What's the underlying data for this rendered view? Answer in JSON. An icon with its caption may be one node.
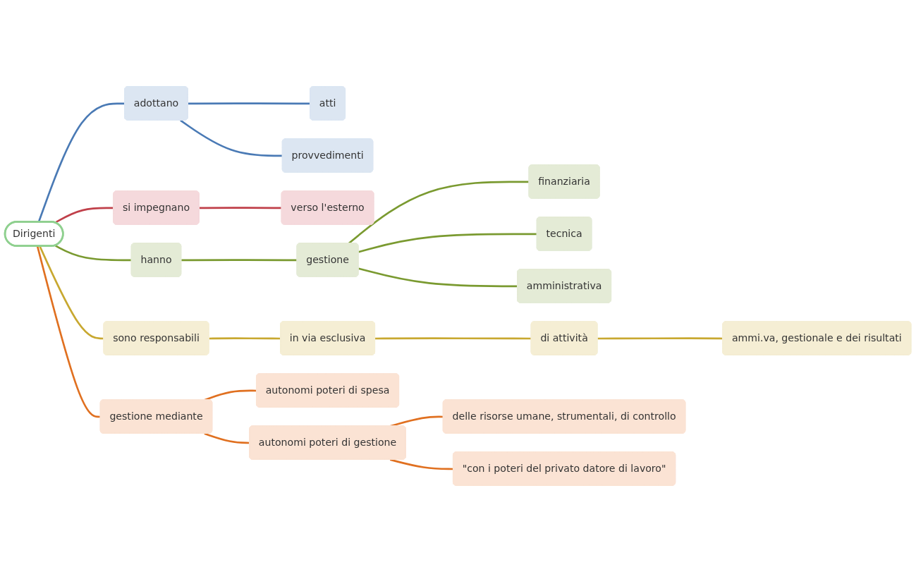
{
  "diagram": {
    "nodes": [
      {
        "text": [
          "Dirigenti"
        ]
      },
      {
        "text": [
          "adottano"
        ]
      },
      {
        "text": [
          "atti"
        ]
      },
      {
        "text": [
          "provvedimenti"
        ]
      },
      {
        "text": [
          "si impegnano"
        ]
      },
      {
        "text": [
          "verso l'esterno"
        ]
      },
      {
        "text": [
          "hanno"
        ]
      },
      {
        "text": [
          "gestione"
        ]
      },
      {
        "text": [
          "finanziaria"
        ]
      },
      {
        "text": [
          "tecnica"
        ]
      },
      {
        "text": [
          "amministrativa"
        ]
      },
      {
        "text": [
          "sono responsabili"
        ]
      },
      {
        "text": [
          "in via esclusiva"
        ]
      },
      {
        "text": [
          "di attività"
        ]
      },
      {
        "text": [
          "ammi.va, gestionale e dei risultati"
        ]
      },
      {
        "text": [
          "gestione mediante"
        ]
      },
      {
        "text": [
          "autonomi poteri di spesa"
        ]
      },
      {
        "text": [
          "autonomi poteri di gestione"
        ]
      },
      {
        "text": [
          "delle risorse umane, strumentali, di controllo"
        ]
      },
      {
        "text": [
          "\"con i poteri del privato datore di lavoro\""
        ]
      }
    ],
    "edges": [
      {
        "from": 0,
        "to": 1,
        "arrow": "none",
        "color": "#4a7ab5"
      },
      {
        "from": 1,
        "to": 2,
        "arrow": "none",
        "color": "#4a7ab5"
      },
      {
        "from": 1,
        "to": 3,
        "arrow": "none",
        "color": "#4a7ab5"
      },
      {
        "from": 0,
        "to": 4,
        "arrow": "none",
        "color": "#c0404a"
      },
      {
        "from": 4,
        "to": 5,
        "arrow": "none",
        "color": "#c0404a"
      },
      {
        "from": 0,
        "to": 6,
        "arrow": "none",
        "color": "#7a9a30"
      },
      {
        "from": 6,
        "to": 7,
        "arrow": "none",
        "color": "#7a9a30"
      },
      {
        "from": 7,
        "to": 8,
        "arrow": "none",
        "color": "#7a9a30"
      },
      {
        "from": 7,
        "to": 9,
        "arrow": "none",
        "color": "#7a9a30"
      },
      {
        "from": 7,
        "to": 10,
        "arrow": "none",
        "color": "#7a9a30"
      },
      {
        "from": 0,
        "to": 11,
        "arrow": "none",
        "color": "#c8a830"
      },
      {
        "from": 11,
        "to": 12,
        "arrow": "none",
        "color": "#c8a830"
      },
      {
        "from": 12,
        "to": 13,
        "arrow": "none",
        "color": "#c8a830"
      },
      {
        "from": 13,
        "to": 14,
        "arrow": "none",
        "color": "#c8a830"
      },
      {
        "from": 0,
        "to": 15,
        "arrow": "none",
        "color": "#e07020"
      },
      {
        "from": 15,
        "to": 16,
        "arrow": "none",
        "color": "#e07020"
      },
      {
        "from": 15,
        "to": 17,
        "arrow": "none",
        "color": "#e07020"
      },
      {
        "from": 17,
        "to": 18,
        "arrow": "none",
        "color": "#e07020"
      },
      {
        "from": 17,
        "to": 19,
        "arrow": "none",
        "color": "#e07020"
      }
    ]
  }
}
